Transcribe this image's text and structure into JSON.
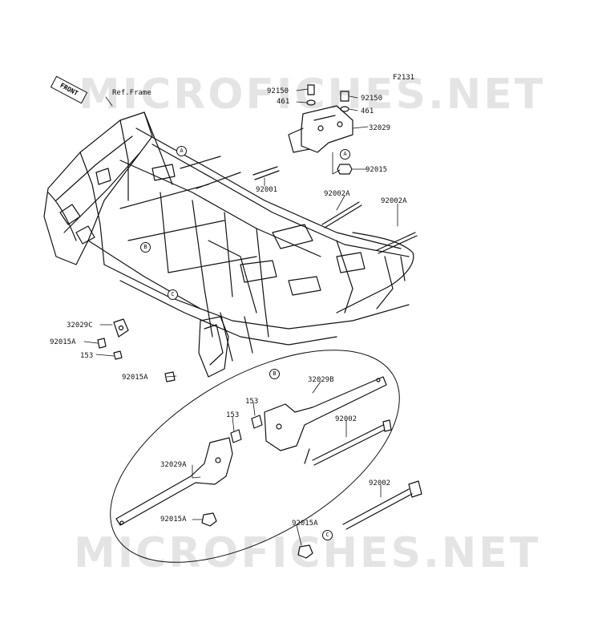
{
  "diagram": {
    "code": "F2131",
    "ref_frame": "Ref.Frame",
    "front": "FRONT",
    "watermark": "MICROFICHES.NET",
    "callouts": [
      {
        "id": "92150a",
        "text": "92150"
      },
      {
        "id": "461a",
        "text": "461"
      },
      {
        "id": "92150b",
        "text": "92150"
      },
      {
        "id": "461b",
        "text": "461"
      },
      {
        "id": "32029",
        "text": "32029"
      },
      {
        "id": "92015",
        "text": "92015"
      },
      {
        "id": "92001",
        "text": "92001"
      },
      {
        "id": "92002A_1",
        "text": "92002A"
      },
      {
        "id": "92002A_2",
        "text": "92002A"
      },
      {
        "id": "32029C",
        "text": "32029C"
      },
      {
        "id": "92015A_1",
        "text": "92015A"
      },
      {
        "id": "153_1",
        "text": "153"
      },
      {
        "id": "92015A_2",
        "text": "92015A"
      },
      {
        "id": "32029B",
        "text": "32029B"
      },
      {
        "id": "153_2",
        "text": "153"
      },
      {
        "id": "153_3",
        "text": "153"
      },
      {
        "id": "92002_1",
        "text": "92002"
      },
      {
        "id": "32029A",
        "text": "32029A"
      },
      {
        "id": "92002_2",
        "text": "92002"
      },
      {
        "id": "92015A_3",
        "text": "92015A"
      },
      {
        "id": "92015A_4",
        "text": "92015A"
      }
    ],
    "markers": [
      {
        "id": "A1",
        "text": "A"
      },
      {
        "id": "A2",
        "text": "A"
      },
      {
        "id": "B1",
        "text": "B"
      },
      {
        "id": "B2",
        "text": "B"
      },
      {
        "id": "C1",
        "text": "C"
      },
      {
        "id": "C2",
        "text": "C"
      }
    ]
  }
}
